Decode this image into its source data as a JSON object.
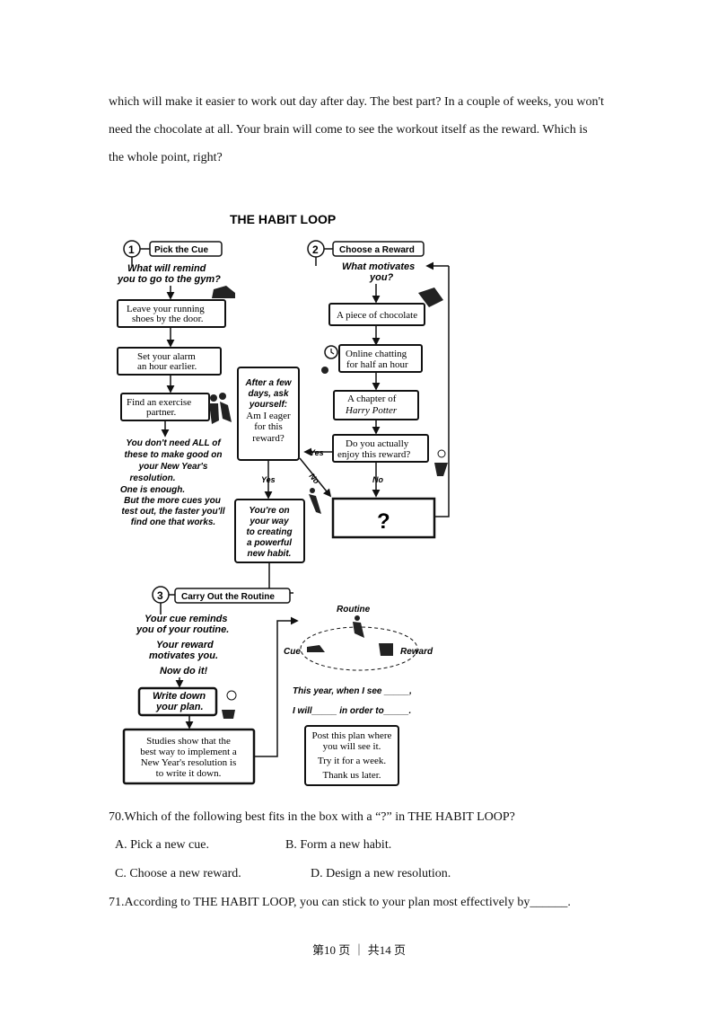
{
  "intro": {
    "lines": [
      "which will make it easier to work out day after day. The best part? In a couple of weeks, you won't",
      "need the chocolate at all. Your brain will come to see the workout itself as the reward. Which is",
      "the whole point, right?"
    ]
  },
  "diagram": {
    "title": "THE HABIT LOOP",
    "step1": {
      "num": "1",
      "label": "Pick the Cue",
      "question_l1": "What will remind",
      "question_l2": "you to go to the gym?",
      "box1_l1": "Leave your running",
      "box1_l2": "shoes by the door.",
      "box2_l1": "Set your alarm",
      "box2_l2": "an hour earlier.",
      "box3_l1": "Find an exercise",
      "box3_l2": "partner.",
      "note": [
        "You don't need ALL of",
        "these to make good on",
        "your New Year's",
        "resolution.",
        "One is enough.",
        "But the more cues you",
        "test out, the faster you'll",
        "find one that works."
      ]
    },
    "step2": {
      "num": "2",
      "label": "Choose a Reward",
      "question_l1": "What motivates",
      "question_l2": "you?",
      "box1": "A piece of chocolate",
      "box2_l1": "Online chatting",
      "box2_l2": "for half an hour",
      "box3_l1": "A chapter of",
      "box3_l2": "Harry Potter",
      "box4_l1": "Do you actually",
      "box4_l2": "enjoy this reward?",
      "yes": "Yes",
      "no": "No",
      "no2": "No",
      "unknown": "?"
    },
    "middle": {
      "ask": [
        "After a few",
        "days, ask",
        "yourself:",
        "Am I eager",
        "for this",
        "reward?"
      ],
      "yes": "Yes",
      "result": [
        "You're on",
        "your way",
        "to creating",
        "a powerful",
        "new habit."
      ]
    },
    "step3": {
      "num": "3",
      "label": "Carry Out the Routine",
      "line1": "Your cue reminds",
      "line2": "you of your routine.",
      "line3": "Your reward",
      "line4": "motivates you.",
      "line5": "Now do it!",
      "plan_l1": "Write down",
      "plan_l2": "your plan.",
      "studies": [
        "Studies show that the",
        "best way to implement a",
        "New Year's resolution is",
        "to write it down."
      ],
      "loop_routine": "Routine",
      "loop_cue": "Cue",
      "loop_reward": "Reward",
      "template_l1": "This year, when I see _____,",
      "template_l2": "I will_____ in order to_____.",
      "post": [
        "Post this plan where",
        "you will see it.",
        "Try it for a week.",
        "Thank us later."
      ]
    }
  },
  "questions": {
    "q70": "70.Which of the following best fits in the box with a “?” in THE HABIT LOOP?",
    "q70_a": "A. Pick a new cue.",
    "q70_b": "B. Form a new habit.",
    "q70_c": "C. Choose a new reward.",
    "q70_d": "D. Design a new resolution.",
    "q71": "71.According to THE HABIT LOOP, you can stick to your plan most effectively by______."
  },
  "footer": "第10 页 ｜ 共14 页"
}
